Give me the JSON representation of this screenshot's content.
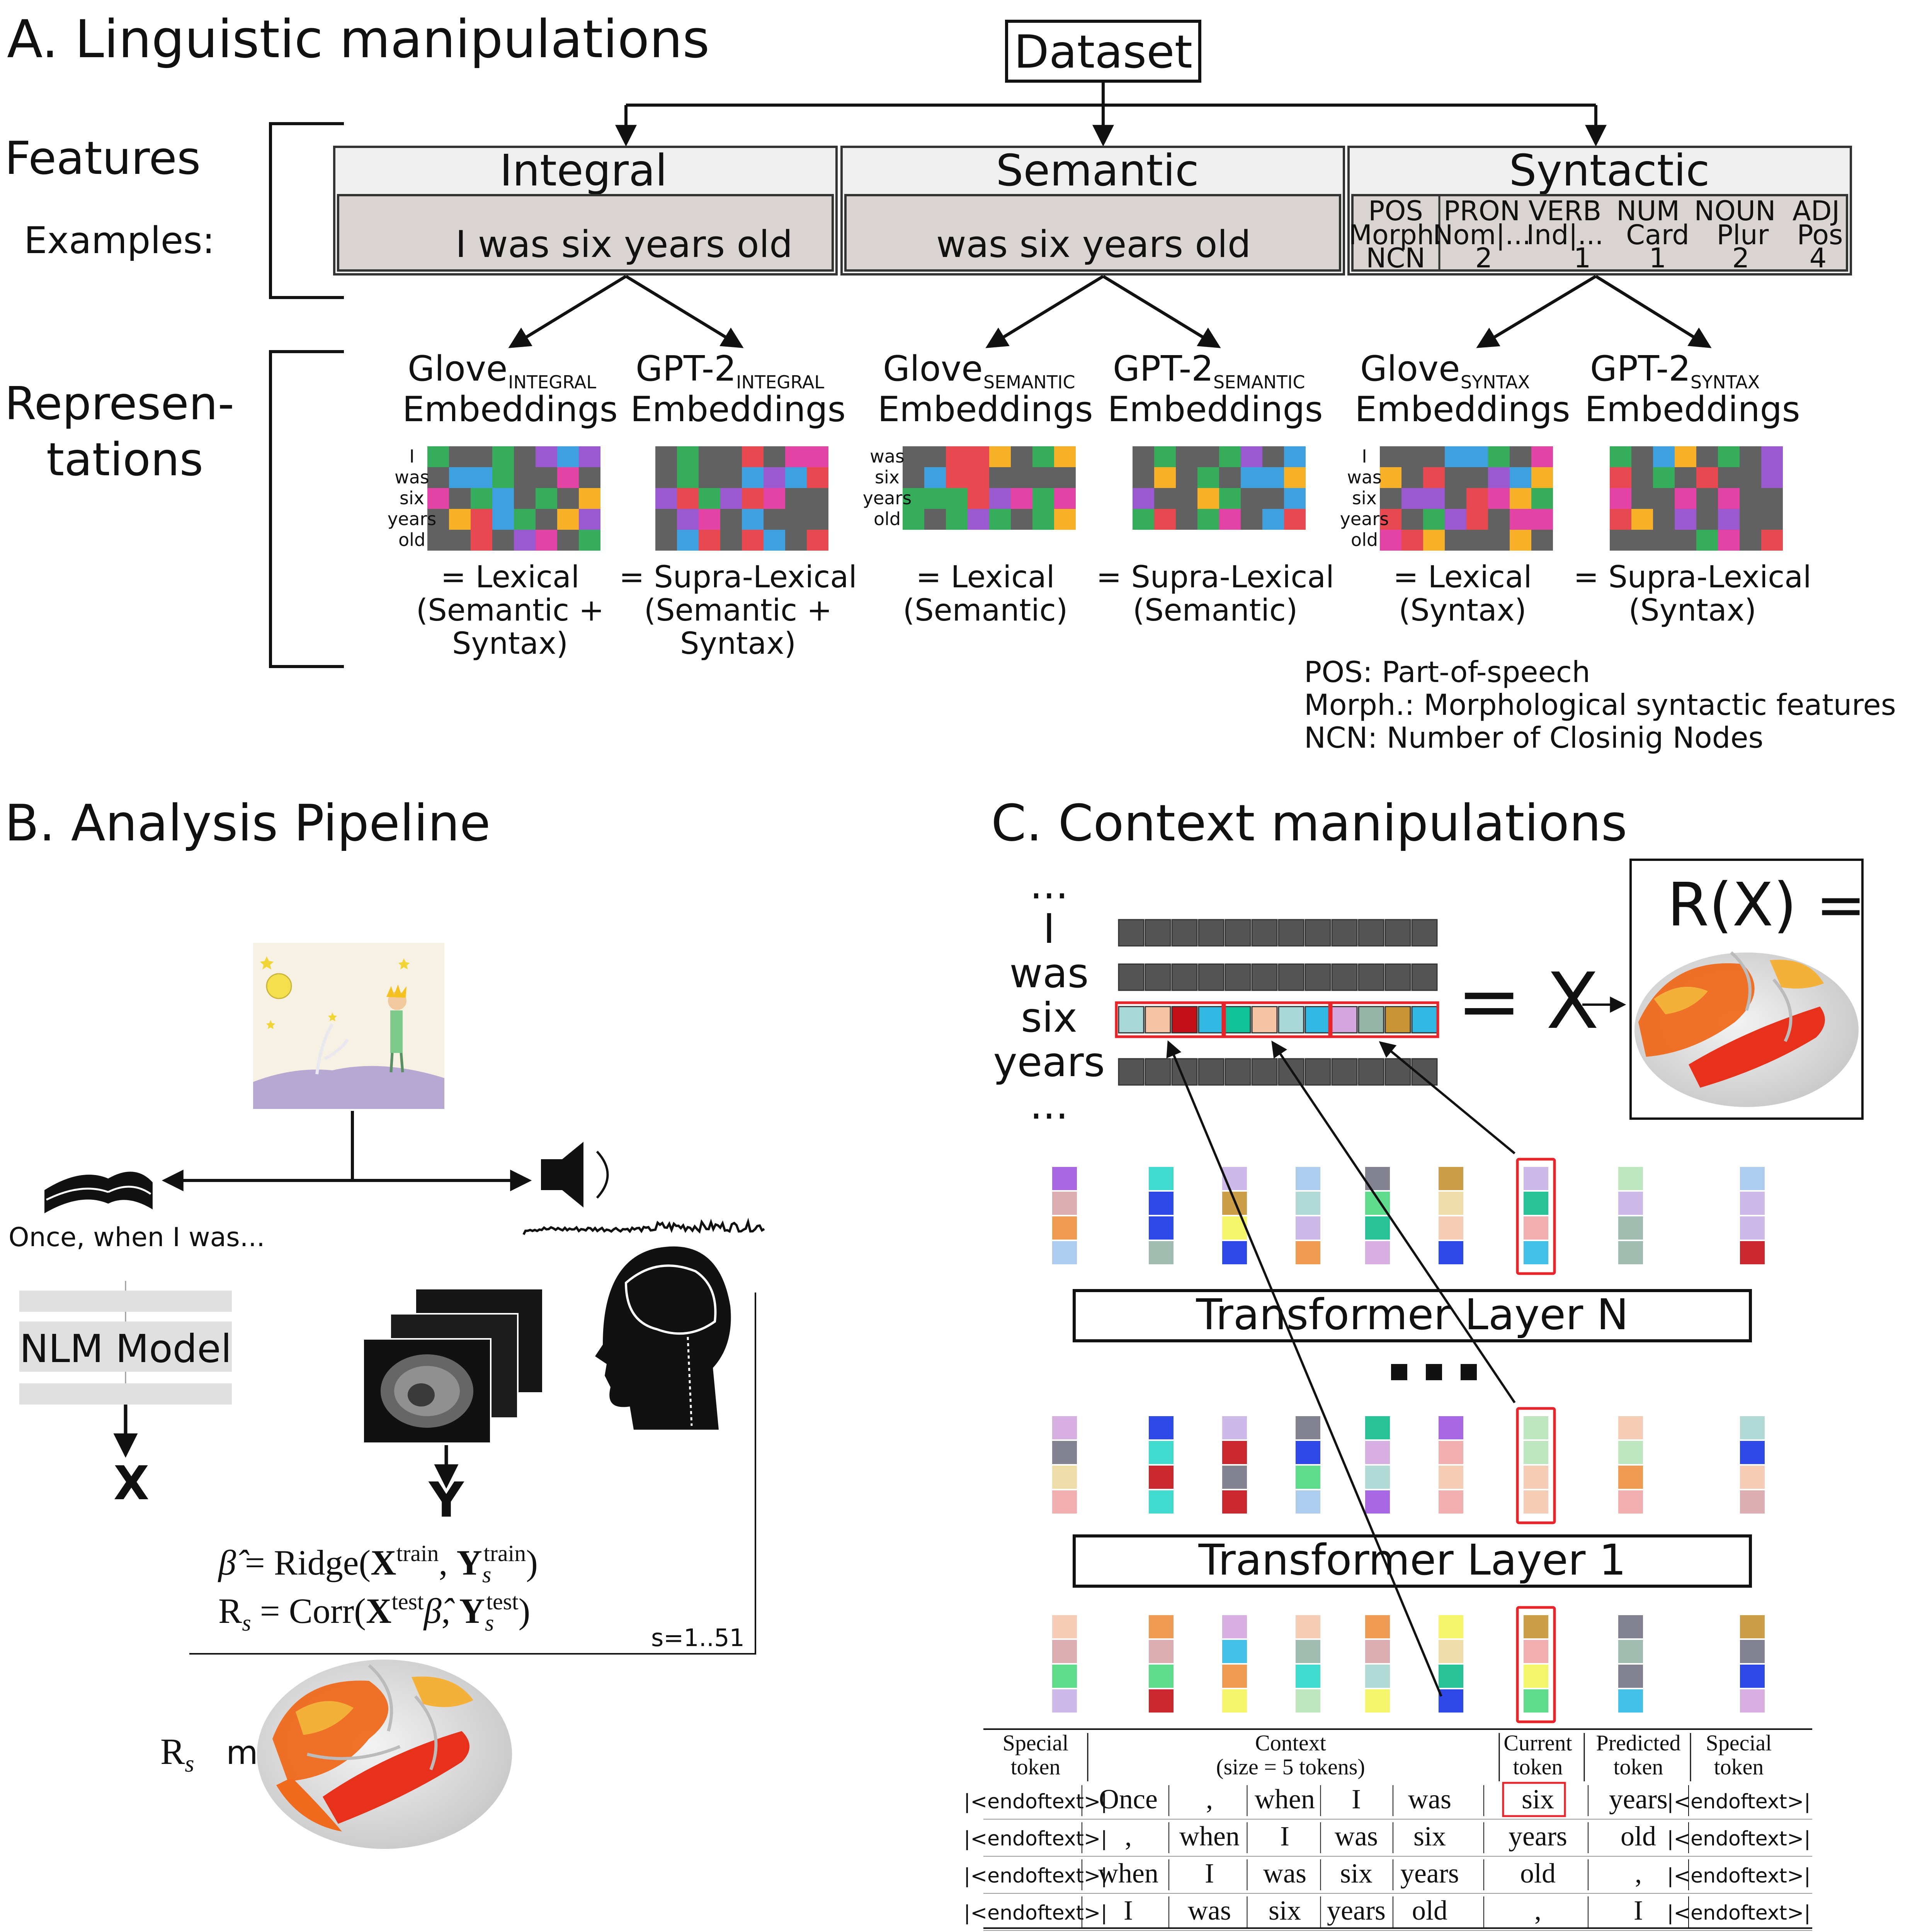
{
  "panel_a": {
    "title": "A. Linguistic manipulations",
    "dataset": "Dataset",
    "features_label": "Features",
    "examples_label": "Examples:",
    "representations_label_1": "Represen-",
    "representations_label_2": "tations",
    "feature_boxes": [
      {
        "title": "Integral",
        "example": "I was six years old"
      },
      {
        "title": "Semantic",
        "example": "was six years old"
      },
      {
        "title": "Syntactic"
      }
    ],
    "syntax_table": {
      "row_labels": [
        "POS",
        "Morph.",
        "NCN"
      ],
      "pos": [
        "PRON",
        "VERB",
        "NUM",
        "NOUN",
        "ADJ"
      ],
      "morph": [
        "Nom|...",
        "Ind|...",
        "Card",
        "Plur",
        "Pos"
      ],
      "ncn": [
        "2",
        "1",
        "1",
        "2",
        "4"
      ]
    },
    "embeddings": [
      {
        "name": "Glove",
        "sub": "INTEGRAL",
        "line2": "Embeddings",
        "desc": [
          "= Lexical",
          "(Semantic +",
          "Syntax)"
        ],
        "words": [
          "I",
          "was",
          "six",
          "years",
          "old"
        ]
      },
      {
        "name": "GPT-2",
        "sub": "INTEGRAL",
        "line2": "Embeddings",
        "desc": [
          "= Supra-Lexical",
          "(Semantic +",
          "Syntax)"
        ],
        "words": []
      },
      {
        "name": "Glove",
        "sub": "SEMANTIC",
        "line2": "Embeddings",
        "desc": [
          "= Lexical",
          "(Semantic)"
        ],
        "words": [
          "was",
          "six",
          "years",
          "old"
        ]
      },
      {
        "name": "GPT-2",
        "sub": "SEMANTIC",
        "line2": "Embeddings",
        "desc": [
          "= Supra-Lexical",
          "(Semantic)"
        ],
        "words": []
      },
      {
        "name": "Glove",
        "sub": "SYNTAX",
        "line2": "Embeddings",
        "desc": [
          "= Lexical",
          "(Syntax)"
        ],
        "words": [
          "I",
          "was",
          "six",
          "years",
          "old"
        ]
      },
      {
        "name": "GPT-2",
        "sub": "SYNTAX",
        "line2": "Embeddings",
        "desc": [
          "= Supra-Lexical",
          "(Syntax)"
        ],
        "words": []
      }
    ],
    "legend": [
      "POS: Part-of-speech",
      "Morph.: Morphological syntactic features",
      "NCN: Number of Closinig Nodes"
    ]
  },
  "panel_b": {
    "title": "B. Analysis Pipeline",
    "text_caption": "Once, when I was...",
    "model_label": "NLM Model",
    "x_label": "X",
    "y_label": "Y",
    "subject_range": "s=1..51",
    "map_label": "map"
  },
  "panel_c": {
    "title": "C. Context manipulations",
    "context_words": [
      "...",
      "I",
      "was",
      "six",
      "years",
      "..."
    ],
    "equals_x": "= X",
    "rx_label": "R(X) =",
    "layer_n": "Transformer Layer N",
    "layer_1": "Transformer Layer 1",
    "ellipsis": "...",
    "table_headers": [
      [
        "Special",
        "token"
      ],
      [
        "Context",
        "(size = 5 tokens)"
      ],
      [
        "Current",
        "token"
      ],
      [
        "Predicted",
        "token"
      ],
      [
        "Special",
        "token"
      ]
    ],
    "table_rows": [
      [
        "|<endoftext>|",
        "Once",
        ",",
        "when",
        "I",
        "was",
        "six",
        "years",
        "|<endoftext>|"
      ],
      [
        "|<endoftext>|",
        ",",
        "when",
        "I",
        "was",
        "six",
        "years",
        "old",
        "|<endoftext>|"
      ],
      [
        "|<endoftext>|",
        "when",
        "I",
        "was",
        "six",
        "years",
        "old",
        ",",
        "|<endoftext>|"
      ],
      [
        "|<endoftext>|",
        "I",
        "was",
        "six",
        "years",
        "old",
        ",",
        "I",
        "|<endoftext>|"
      ]
    ]
  },
  "colors": {
    "palette": [
      "#e8484f",
      "#3fa0e0",
      "#f7b027",
      "#36ad5a",
      "#9a59cf",
      "#616161",
      "#e443a6",
      "#ffffff"
    ],
    "highlight": "#e8242b",
    "box_fill": "#d9d4d2",
    "brain_orange": "#ef6a1c"
  }
}
